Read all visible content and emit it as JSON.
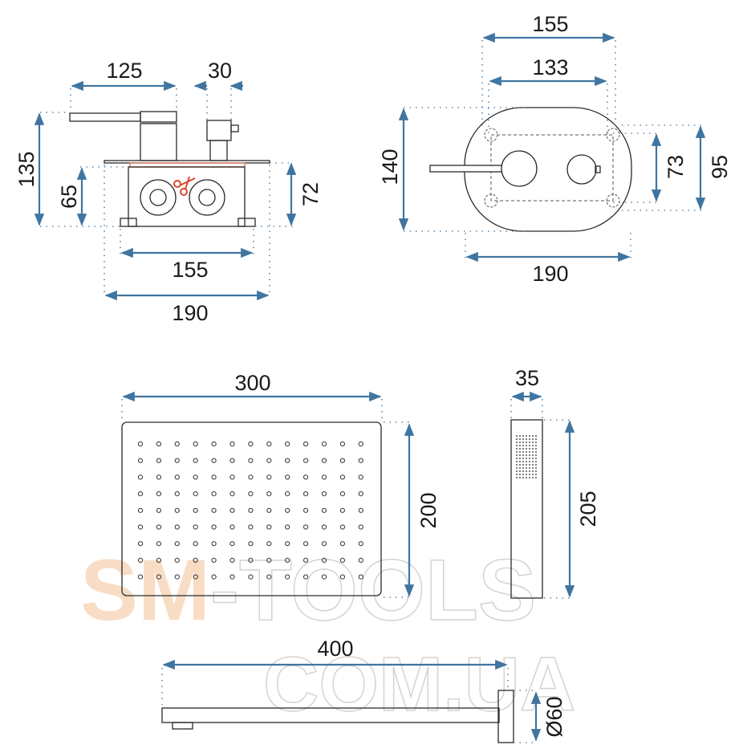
{
  "watermark": {
    "line1_a": "SM",
    "line1_b": "-TOOLS",
    "line2": "COM.UA",
    "brand_color": "#f8d9be"
  },
  "colors": {
    "dimension_arrow": "#3f75a0",
    "cut_marker": "#d9462b"
  },
  "mixer_side": {
    "handle_length": "125",
    "knob_width": "30",
    "total_height": "135",
    "box_height": "65",
    "plate_height": "72",
    "box_width": "155",
    "plate_width": "190"
  },
  "mixer_front": {
    "outer_width": "155",
    "inner_width": "133",
    "height": "140",
    "inner_height": "73",
    "outer_height": "95",
    "plate_width": "190"
  },
  "rain_shower": {
    "width": "300",
    "height": "200"
  },
  "hand_shower": {
    "width": "35",
    "height": "205"
  },
  "shower_arm": {
    "length": "400",
    "flange_diameter": "Ø60"
  }
}
